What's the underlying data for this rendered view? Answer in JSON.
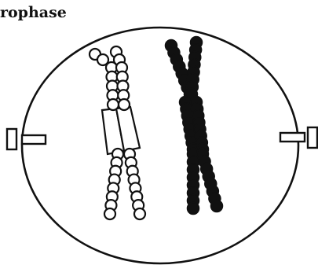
{
  "diagram": {
    "title": "rophase",
    "colors": {
      "ink": "#111111",
      "paper": "#ffffff"
    },
    "items": [
      {
        "id": "cell",
        "kind": "cell-boundary"
      },
      {
        "id": "chromosome-white",
        "kind": "chromosome",
        "fill": "white"
      },
      {
        "id": "chromosome-black",
        "kind": "chromosome",
        "fill": "black"
      },
      {
        "id": "centrosome-left",
        "kind": "centriole-pair"
      },
      {
        "id": "centrosome-right",
        "kind": "centriole-pair"
      }
    ]
  }
}
